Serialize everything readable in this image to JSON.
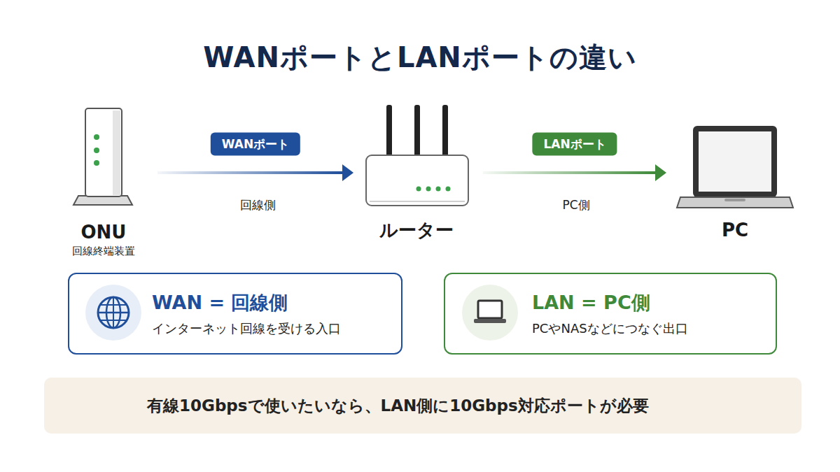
{
  "diagram": {
    "title": "WANポートとLANポートの違い",
    "nodes": [
      {
        "text": [
          "ONU",
          "回線終端装置"
        ]
      },
      {
        "text": [
          "ルーター"
        ]
      },
      {
        "text": [
          "PC"
        ]
      },
      {
        "text": [
          "WAN = 回線側",
          "インターネット回線を受ける入口"
        ]
      },
      {
        "text": [
          "LAN = PC側",
          "PCやNASなどにつなぐ出口"
        ]
      },
      {
        "text": [
          "有線10Gbpsで使いたいなら、LAN側に10Gbps対応ポートが必要"
        ]
      }
    ],
    "edges": [
      {
        "from": 0,
        "to": 1,
        "arrow": "to",
        "label": "WANポート"
      },
      {
        "from": 1,
        "to": 2,
        "arrow": "to",
        "label": "LANポート"
      }
    ],
    "labels": [
      "回線側",
      "PC側"
    ]
  }
}
